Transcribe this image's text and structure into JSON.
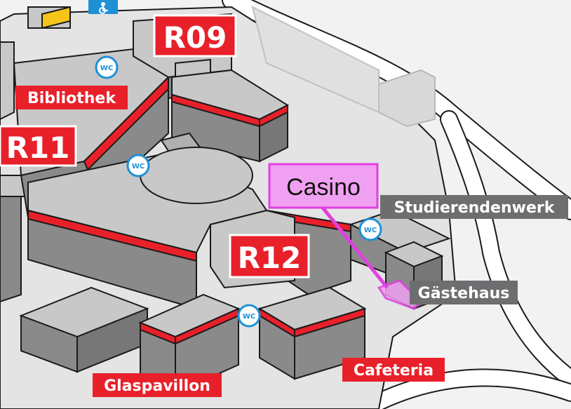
{
  "labels": {
    "r09": "R09",
    "r11": "R11",
    "r12": "R12",
    "bibliothek": "Bibliothek",
    "glaspavillon": "Glaspavillon",
    "cafeteria": "Cafeteria",
    "studierendenwerk": "Studierendenwerk",
    "gaestehaus": "Gästehaus"
  },
  "highlight": {
    "label": "Casino",
    "color": "#e040e0",
    "fill": "#f0a0f0"
  },
  "icons": {
    "wc": "WC",
    "wheelchair": "wheelchair-icon"
  },
  "colors": {
    "brand_red": "#e8202a",
    "building_top": "#c8c8c8",
    "building_side": "#8a8a8a",
    "building_edge": "#1a1a1a",
    "road": "#ffffff",
    "ground": "#f2f2f2",
    "grey_label": "#6d6e70",
    "wc_blue": "#1e90d6"
  }
}
